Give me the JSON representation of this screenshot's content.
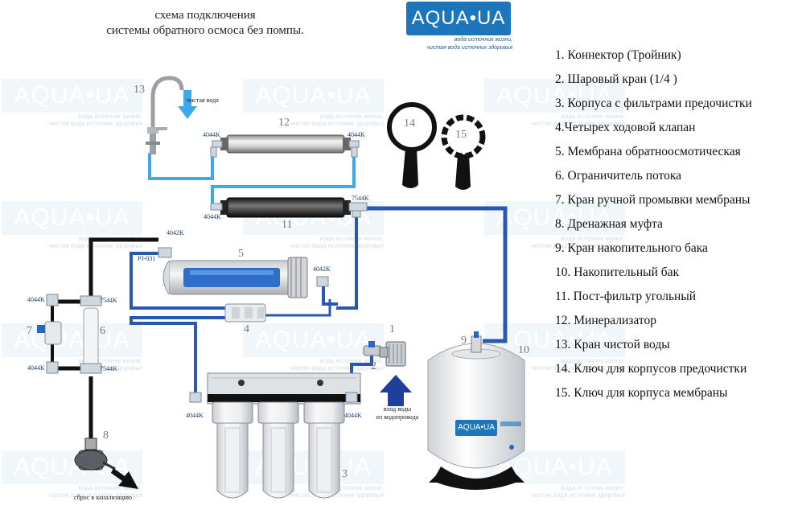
{
  "header": {
    "title_line1": "схема подключения",
    "title_line2": "системы обратного осмоса без помпы."
  },
  "logo": {
    "text": "AQUA•UA",
    "tagline1": "вода источник жизни,",
    "tagline2": "чистая вода источник здоровья"
  },
  "legend": [
    "1. Коннектор (Тройник)",
    "2. Шаровый кран (1/4 )",
    "3. Корпуса с фильтрами предочистки",
    "4.Четырех ходовой клапан",
    "5. Мембрана обратноосмотическая",
    "6. Ограничитель потока",
    "7. Кран ручной промывки мембраны",
    "8. Дренажная муфта",
    "9. Кран накопительного бака",
    "10. Накопительный бак",
    "11. Пост-фильтр угольный",
    "12. Минерализатор",
    "13. Кран чистой воды",
    "14. Ключ для корпусов предочистки",
    "15. Ключ для корпуса мембраны"
  ],
  "fitting_labels": {
    "f_4044k_a": "4044K",
    "f_4044k_b": "4044K",
    "f_4044k_c": "4044K",
    "f_7544k_a": "7544K",
    "f_4042k_a": "4042K",
    "f_pj031": "PJ-031",
    "f_4042k_b": "4042K",
    "f_4044k_d": "4044K",
    "f_7544k_b": "7544K",
    "f_4044k_e": "4044K",
    "f_7544k_c": "7544K",
    "f_4044k_f": "4044K",
    "f_4044k_g": "4044K"
  },
  "numbers": [
    "1",
    "2",
    "3",
    "4",
    "5",
    "6",
    "7",
    "8",
    "9",
    "10",
    "11",
    "12",
    "13",
    "14",
    "15"
  ],
  "captions": {
    "clean_water": "чистая вода",
    "water_inlet_1": "вход воды",
    "water_inlet_2": "из водопровода",
    "drain": "сброс в канализацию"
  },
  "tank_logo": "AQUA•UA",
  "colors": {
    "brand_blue": "#1d75bb",
    "line_dark_blue": "#2858b0",
    "line_light_blue": "#3fa8e8",
    "line_black": "#111111"
  }
}
